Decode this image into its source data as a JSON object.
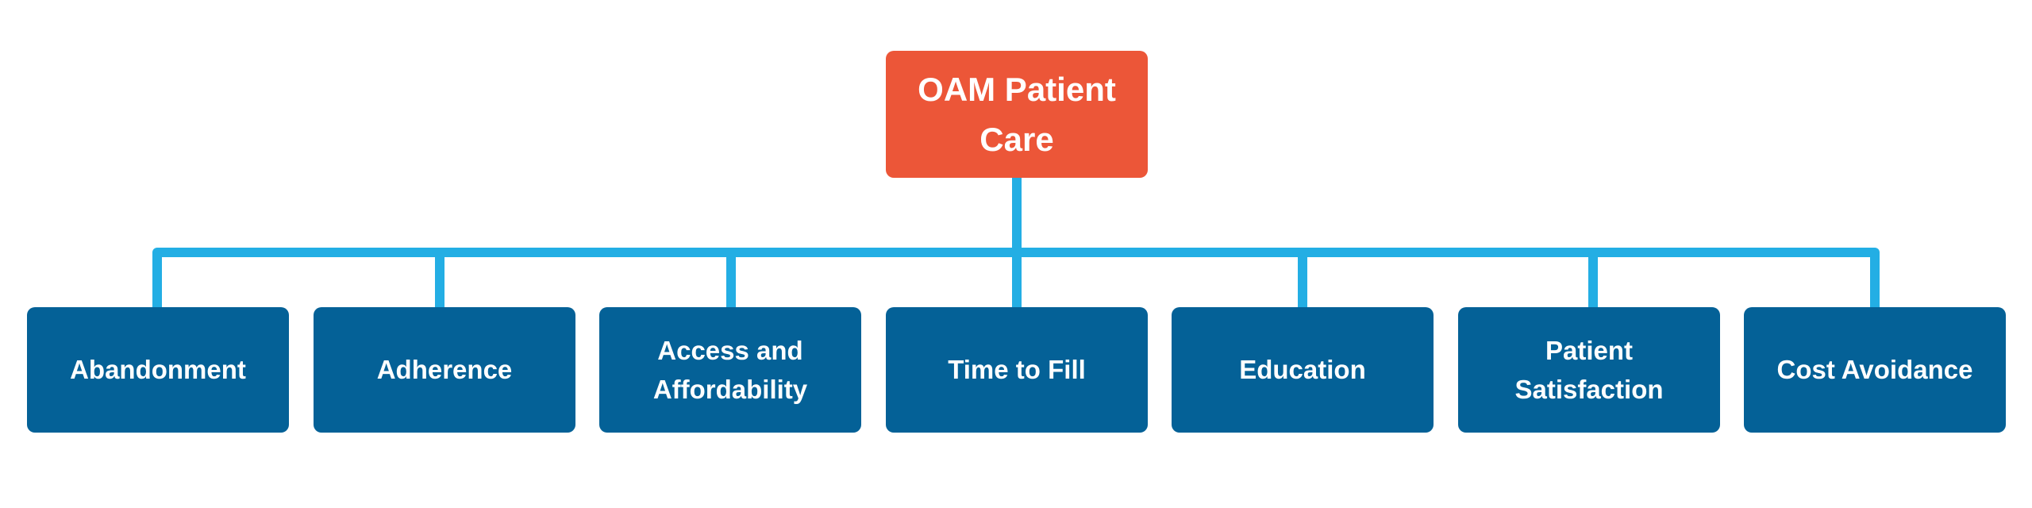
{
  "colors": {
    "root_fill": "#EC5638",
    "child_fill": "#046197",
    "connector": "#23AEE4",
    "text": "#FFFFFF"
  },
  "diagram": {
    "root": {
      "label": "OAM Patient\nCare"
    },
    "children": [
      {
        "label": "Abandonment"
      },
      {
        "label": "Adherence"
      },
      {
        "label": "Access and\nAffordability"
      },
      {
        "label": "Time to Fill"
      },
      {
        "label": "Education"
      },
      {
        "label": "Patient\nSatisfaction"
      },
      {
        "label": "Cost Avoidance"
      }
    ]
  }
}
